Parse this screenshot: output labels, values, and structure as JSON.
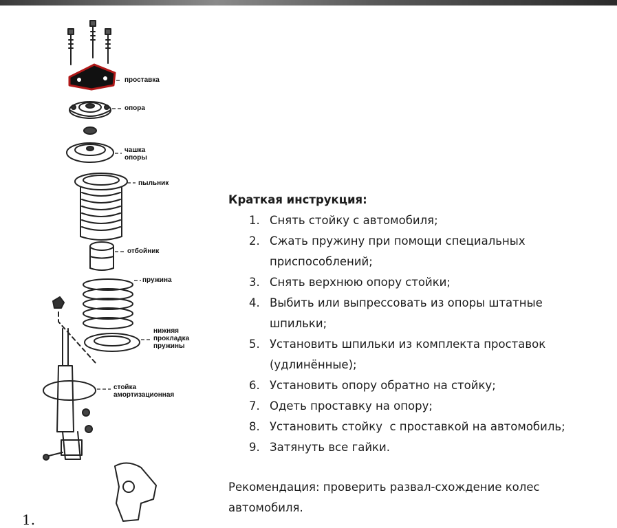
{
  "diagram": {
    "labels": {
      "spacer": "проставка",
      "mount": "опора",
      "cup": [
        "чашка",
        "опоры"
      ],
      "boot": "пыльник",
      "bump_stop": "отбойник",
      "spring": "пружина",
      "lower_pad": [
        "нижняя",
        "прокладка",
        "пружины"
      ],
      "strut": [
        "стойка",
        "амортизационная"
      ]
    }
  },
  "instructions": {
    "title": "Краткая инструкция:",
    "steps": [
      {
        "num": "1.",
        "lines": [
          "Снять стойку с автомобиля;"
        ]
      },
      {
        "num": "2.",
        "lines": [
          "Сжать пружину при помощи специальных",
          "приспособлений;"
        ]
      },
      {
        "num": "3.",
        "lines": [
          "Снять верхнюю опору стойки;"
        ]
      },
      {
        "num": "4.",
        "lines": [
          "Выбить или выпрессовать из опоры штатные",
          "шпильки;"
        ]
      },
      {
        "num": "5.",
        "lines": [
          "Установить шпильки из комплекта проставок",
          "(удлинённые);"
        ]
      },
      {
        "num": "6.",
        "lines": [
          "Установить опору обратно на стойку;"
        ]
      },
      {
        "num": "7.",
        "lines": [
          "Одеть проставку на опору;"
        ]
      },
      {
        "num": "8.",
        "lines": [
          "Установить стойку  с проставкой на автомобиль;"
        ]
      },
      {
        "num": "9.",
        "lines": [
          "Затянуть все гайки."
        ]
      }
    ]
  },
  "recommendation": {
    "lines": [
      "Рекомендация: проверить развал-схождение колес",
      "автомобиля."
    ]
  },
  "footnote": "1."
}
